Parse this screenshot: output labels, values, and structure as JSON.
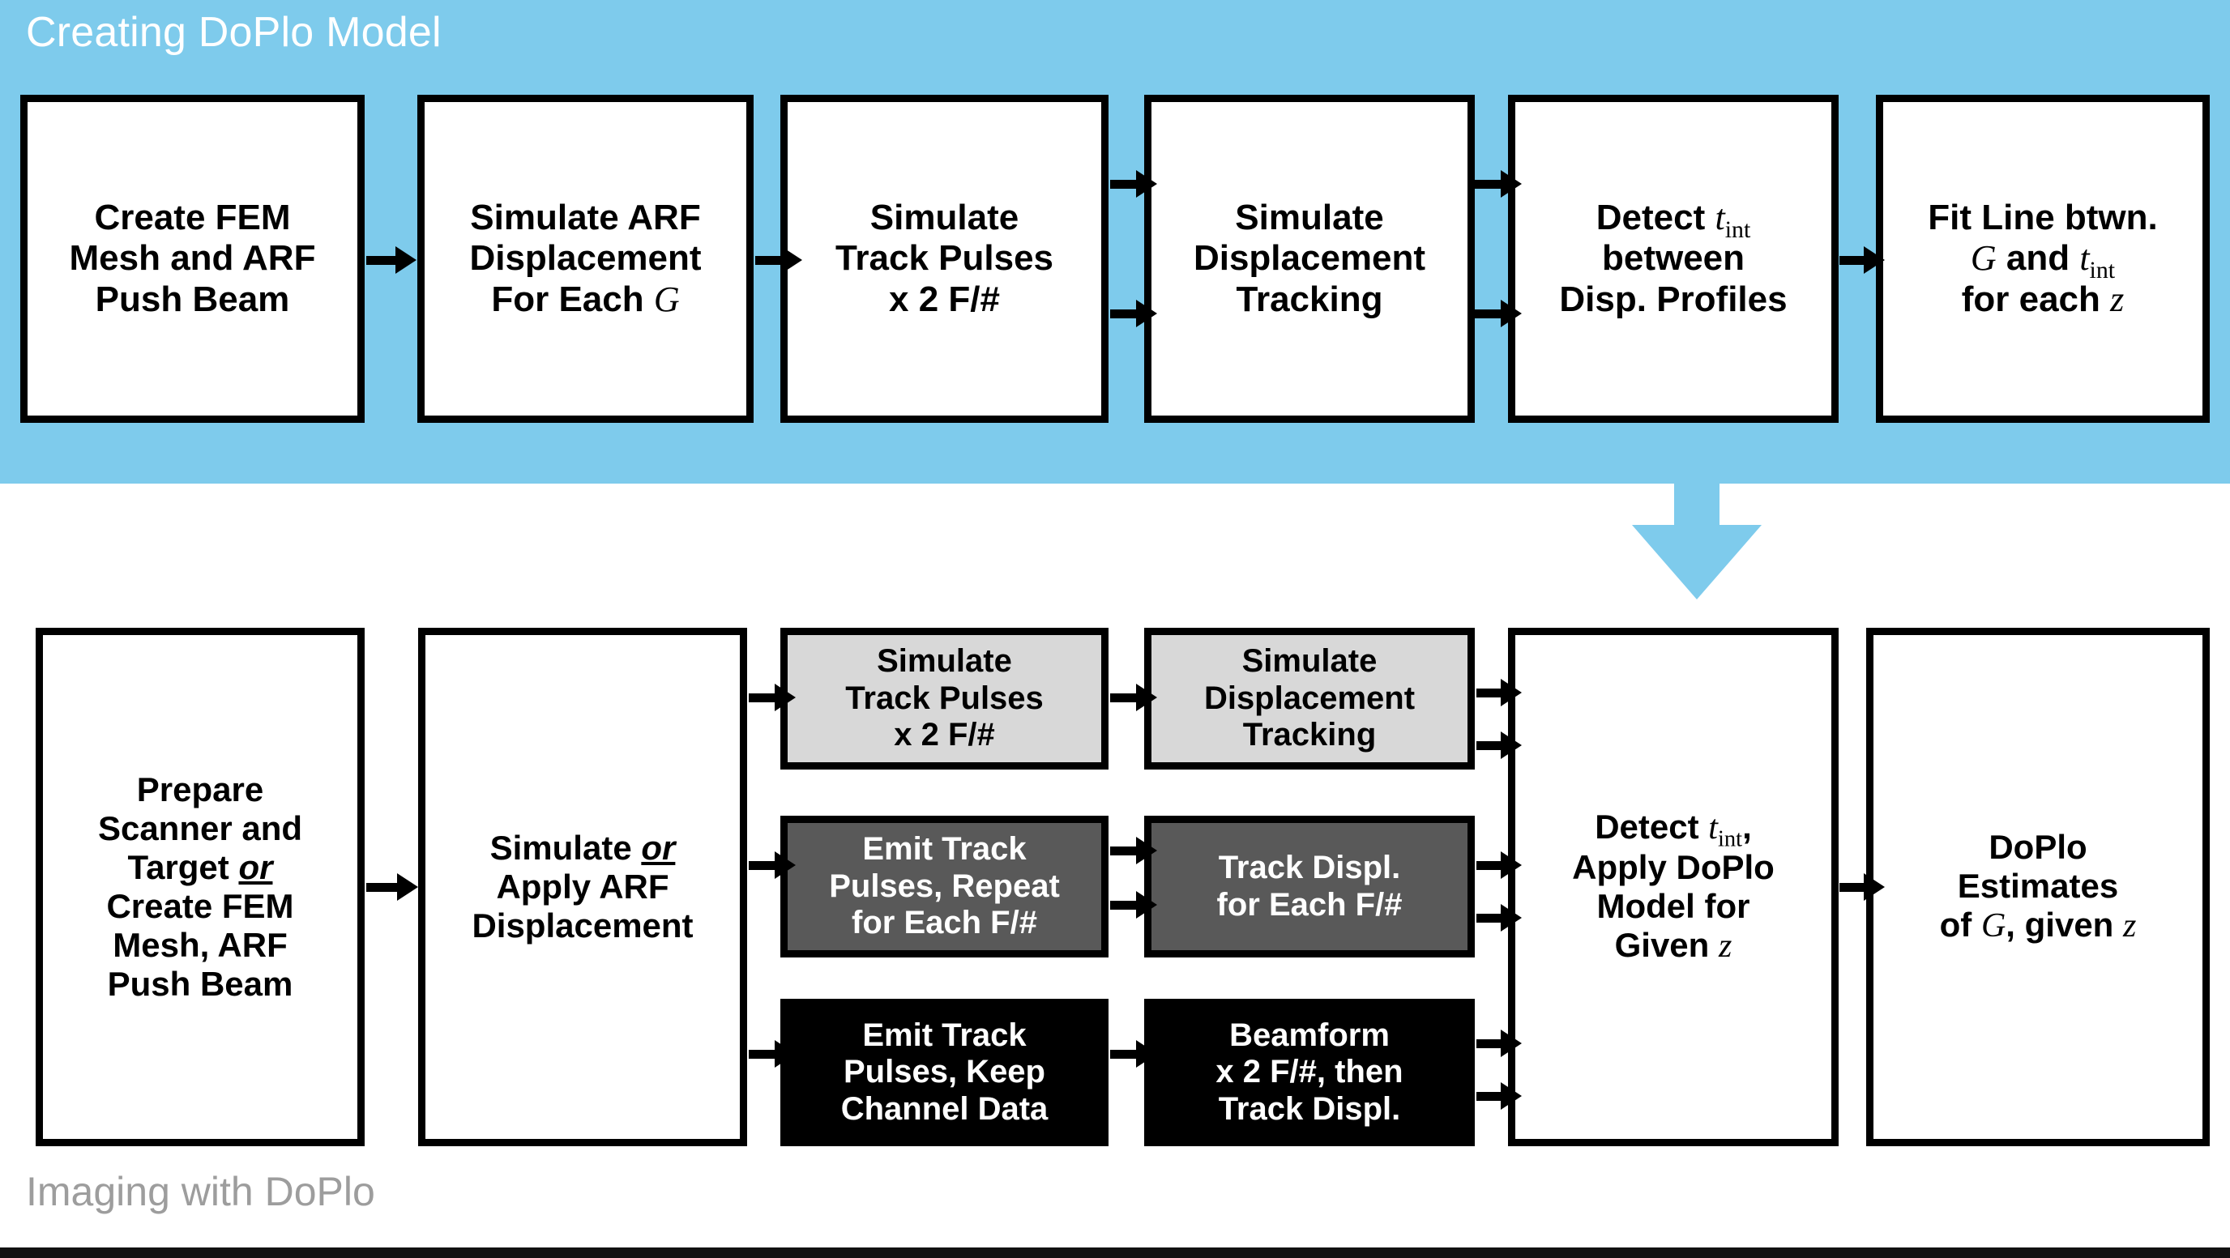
{
  "banner": {
    "title": "Creating DoPlo Model",
    "bg_color": "#7ECBEC",
    "title_color": "#FFFFFF"
  },
  "footer": {
    "title": "Imaging with DoPlo",
    "title_color": "#9D9D9D",
    "rule_color": "#111111"
  },
  "colors": {
    "box_border": "#000000",
    "box_white": "#FFFFFF",
    "box_light_gray": "#D8D8D8",
    "box_dark_gray": "#595959",
    "box_black": "#000000",
    "accent_blue": "#7ECBEC",
    "arrow_black": "#000000"
  },
  "top_flow": {
    "name": "Creating DoPlo Model",
    "boxes": [
      {
        "id": "create-fem-mesh-arf-push-beam",
        "lines": [
          "Create FEM",
          "Mesh and ARF",
          "Push Beam"
        ],
        "fill": "white"
      },
      {
        "id": "simulate-arf-displacement-for-each-g",
        "lines": [
          "Simulate ARF",
          "Displacement",
          "For Each <i class='mi'>G</i>"
        ],
        "fill": "white"
      },
      {
        "id": "simulate-track-pulses-x2-fnum",
        "lines": [
          "Simulate",
          "Track Pulses",
          "x 2 F/#"
        ],
        "fill": "white"
      },
      {
        "id": "simulate-displacement-tracking",
        "lines": [
          "Simulate",
          "Displacement",
          "Tracking"
        ],
        "fill": "white"
      },
      {
        "id": "detect-tint-between-disp-profiles",
        "lines": [
          "Detect <i class='mi'>t</i><span class='msub'>int</span>",
          "between",
          "Disp. Profiles"
        ],
        "fill": "white"
      },
      {
        "id": "fit-line-btwn-g-and-tint-for-each-z",
        "lines": [
          "Fit Line btwn.",
          "<i class='mi'>G</i> and <i class='mi'>t</i><span class='msub'>int</span>",
          "for each <i class='mi'>z</i>"
        ],
        "fill": "white"
      }
    ],
    "connections": [
      {
        "from": "create-fem-mesh-arf-push-beam",
        "to": "simulate-arf-displacement-for-each-g",
        "count": 1
      },
      {
        "from": "simulate-arf-displacement-for-each-g",
        "to": "simulate-track-pulses-x2-fnum",
        "count": 1
      },
      {
        "from": "simulate-track-pulses-x2-fnum",
        "to": "simulate-displacement-tracking",
        "count": 2
      },
      {
        "from": "simulate-displacement-tracking",
        "to": "detect-tint-between-disp-profiles",
        "count": 2
      },
      {
        "from": "detect-tint-between-disp-profiles",
        "to": "fit-line-btwn-g-and-tint-for-each-z",
        "count": 1
      }
    ]
  },
  "bottom_flow": {
    "name": "Imaging with DoPlo",
    "boxes": [
      {
        "id": "prepare-scanner-and-target-or-create-fem",
        "lines": [
          "Prepare",
          "Scanner and",
          "Target <span class='uor'>or</span>",
          "Create FEM",
          "Mesh, ARF",
          "Push Beam"
        ],
        "fill": "white"
      },
      {
        "id": "simulate-or-apply-arf-displacement",
        "lines": [
          "Simulate <span class='uor'>or</span>",
          "Apply ARF",
          "Displacement"
        ],
        "fill": "white"
      },
      {
        "id": "simulate-track-pulses-x2-fnum-b",
        "lines": [
          "Simulate",
          "Track Pulses",
          "x 2 F/#"
        ],
        "fill": "light_gray"
      },
      {
        "id": "simulate-displacement-tracking-b",
        "lines": [
          "Simulate",
          "Displacement",
          "Tracking"
        ],
        "fill": "light_gray"
      },
      {
        "id": "emit-track-pulses-repeat-for-each-fnum",
        "lines": [
          "Emit Track",
          "Pulses, Repeat",
          "for Each F/#"
        ],
        "fill": "dark_gray"
      },
      {
        "id": "track-displ-for-each-fnum",
        "lines": [
          "Track Displ.",
          "for Each F/#"
        ],
        "fill": "dark_gray"
      },
      {
        "id": "emit-track-pulses-keep-channel-data",
        "lines": [
          "Emit Track",
          "Pulses, Keep",
          "Channel Data"
        ],
        "fill": "black"
      },
      {
        "id": "beamform-x2-fnum-then-track-displ",
        "lines": [
          "Beamform",
          "x 2 F/#, then",
          "Track Displ."
        ],
        "fill": "black"
      },
      {
        "id": "detect-tint-apply-doplo-model-given-z",
        "lines": [
          "Detect <i class='mi'>t</i><span class='msub'>int</span>,",
          "Apply DoPlo",
          "Model for",
          "Given <i class='mi'>z</i>"
        ],
        "fill": "white"
      },
      {
        "id": "doplo-estimates-of-g-given-z",
        "lines": [
          "DoPlo",
          "Estimates",
          "of <i class='mi'>G</i>, given <i class='mi'>z</i>"
        ],
        "fill": "white"
      }
    ],
    "branches": [
      {
        "label": "simulation-branch",
        "fill": "light_gray"
      },
      {
        "label": "emit-track-repeat-branch",
        "fill": "dark_gray"
      },
      {
        "label": "channel-data-branch",
        "fill": "black"
      }
    ]
  },
  "transition": {
    "id": "blue-down-arrow",
    "color": "#7ECBEC",
    "from_section": "Creating DoPlo Model",
    "to_section": "Imaging with DoPlo"
  }
}
